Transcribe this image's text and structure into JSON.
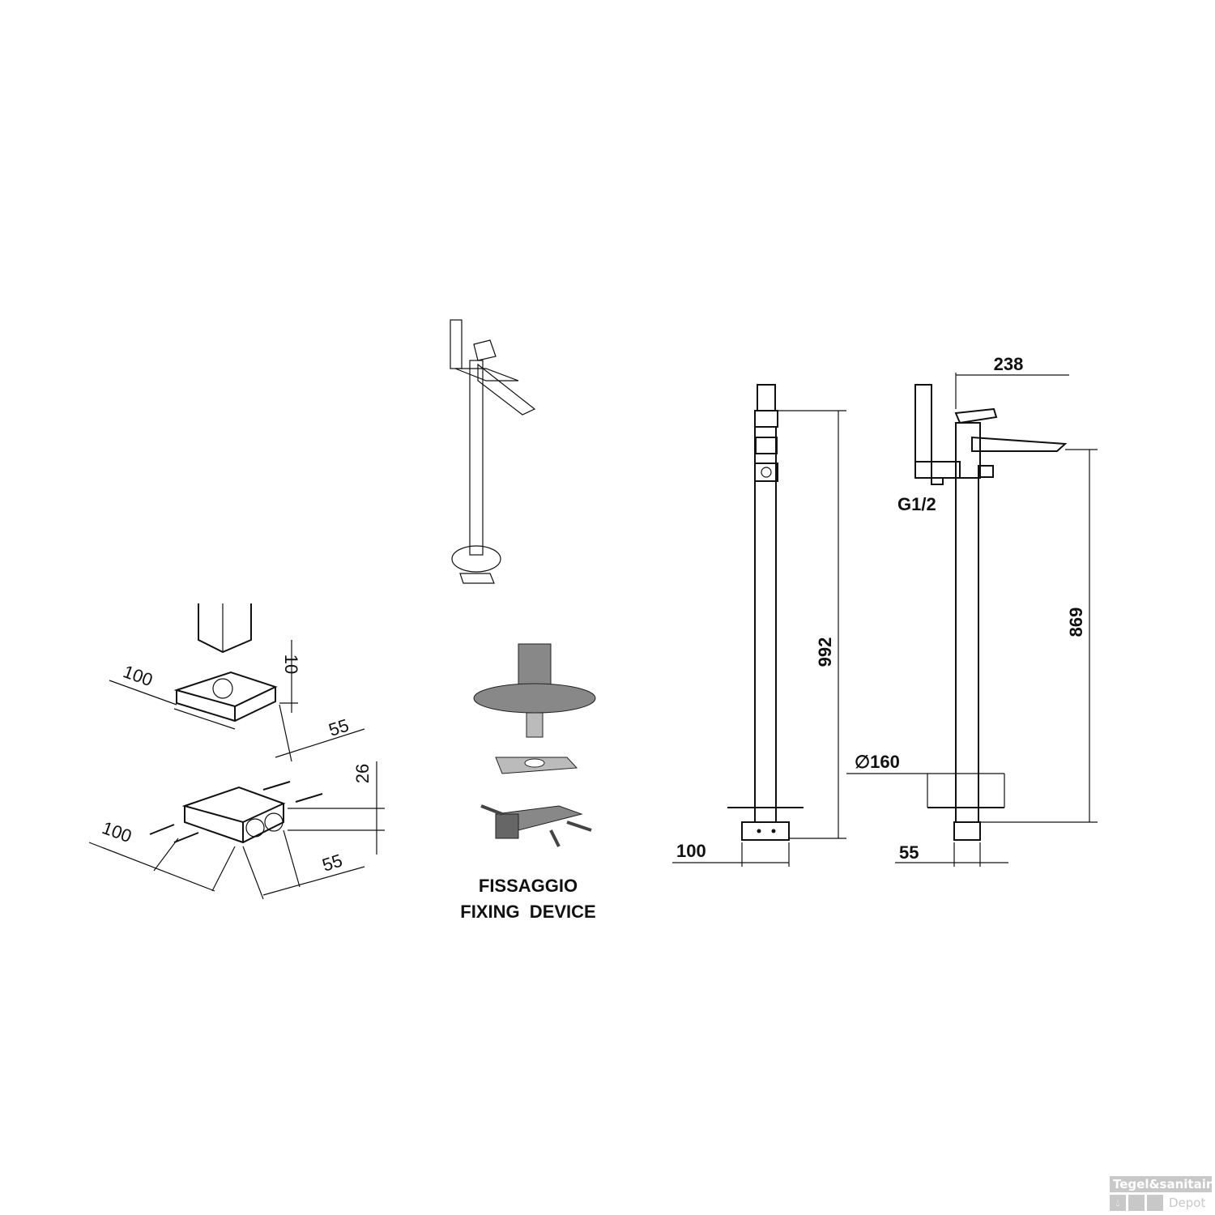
{
  "left_exploded": {
    "dimensions": {
      "plate_width": "100",
      "plate_height": "10",
      "plate_depth": "55",
      "block_height": "26",
      "block_width": "100",
      "block_depth": "55"
    }
  },
  "fixing_device": {
    "caption_it": "FISSAGGIO",
    "caption_en": "FIXING  DEVICE"
  },
  "front_view": {
    "height": "992",
    "base_width": "100"
  },
  "side_view": {
    "spout_reach": "238",
    "connection": "G1/2",
    "spout_height": "869",
    "flange_diameter": "∅160",
    "base_width": "55"
  },
  "watermark": {
    "line1": "Tegel&sanitair",
    "line2": "Depot",
    "icon": "water-drop-icon"
  }
}
